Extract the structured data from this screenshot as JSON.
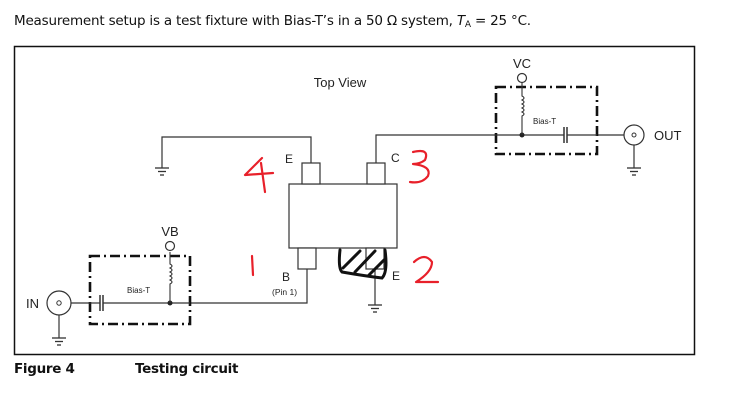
{
  "intro": {
    "text_before": "Measurement setup is a test fixture with Bias-T’s in a 50 Ω system, ",
    "ta_symbol": "T",
    "ta_subscript": "A",
    "text_after": " = 25 °C."
  },
  "figure": {
    "number": "Figure 4",
    "caption": "Testing circuit"
  },
  "diagram": {
    "view_label": "Top View",
    "ports": {
      "in": "IN",
      "out": "OUT",
      "vb": "VB",
      "vc": "VC"
    },
    "bias_t_label": "Bias-T",
    "pins": {
      "top_left": "E",
      "top_right": "C",
      "bottom_left": "B",
      "bottom_left_note": "(Pin 1)",
      "bottom_right": "E"
    },
    "annotations": {
      "color": "#e8202a",
      "pin_numbers": [
        "4",
        "3",
        "1",
        "2"
      ]
    },
    "line_color": "#333333"
  }
}
